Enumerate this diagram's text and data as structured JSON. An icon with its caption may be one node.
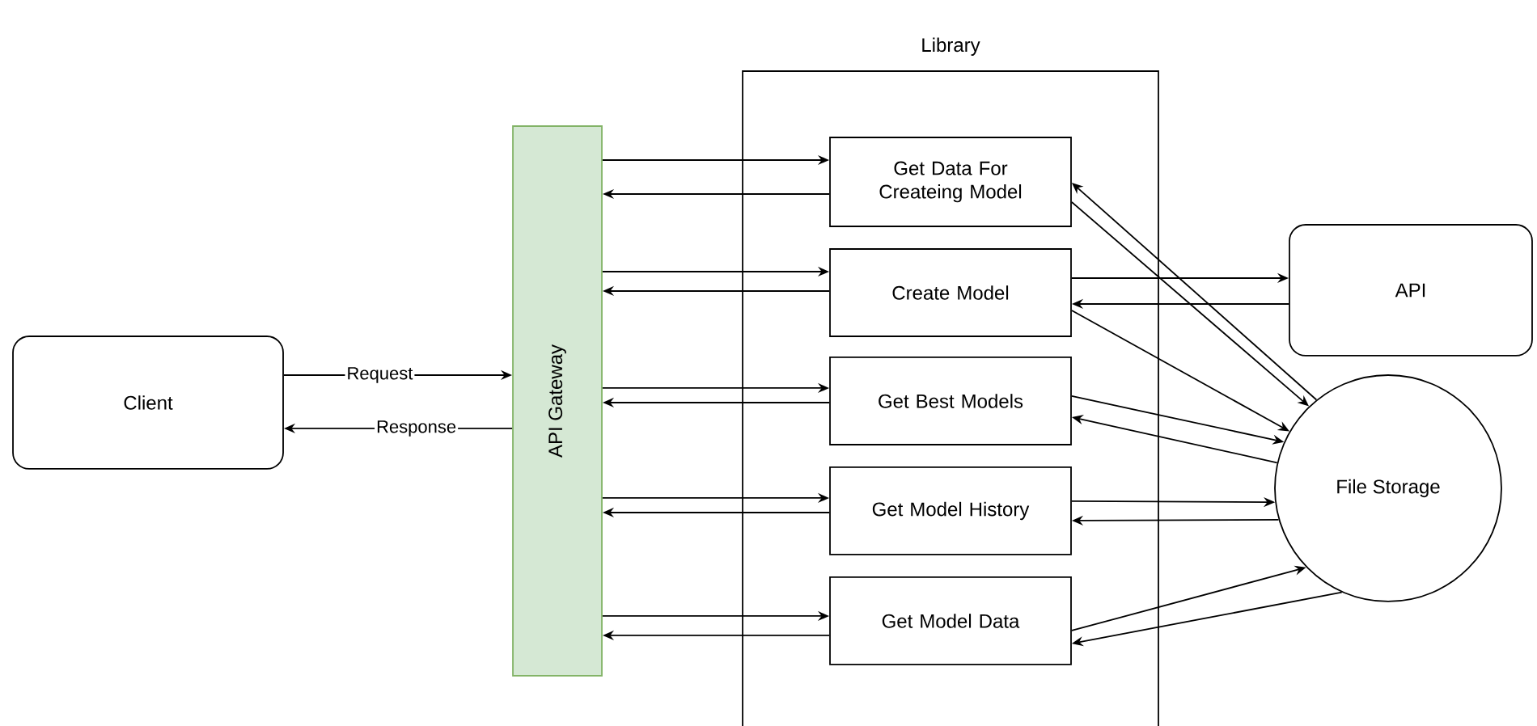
{
  "diagram": {
    "nodes": [
      {
        "text": [
          "Client"
        ]
      },
      {
        "text": [
          "API Gateway"
        ]
      },
      {
        "text": [
          "Library"
        ]
      },
      {
        "text": [
          "Get Data For Createing Model"
        ],
        "in": 2
      },
      {
        "text": [
          "Create Model"
        ],
        "in": 2
      },
      {
        "text": [
          "Get Best Models"
        ],
        "in": 2
      },
      {
        "text": [
          "Get Model History"
        ],
        "in": 2
      },
      {
        "text": [
          "Get Model Data"
        ],
        "in": 2
      },
      {
        "text": [
          "API"
        ]
      },
      {
        "text": [
          "File Storage"
        ]
      }
    ],
    "edges": [
      {
        "from": 0,
        "to": 1,
        "arrow": "to",
        "label": "Request"
      },
      {
        "from": 1,
        "to": 0,
        "arrow": "to",
        "label": "Response"
      },
      {
        "from": 1,
        "to": 3,
        "arrow": "to"
      },
      {
        "from": 3,
        "to": 1,
        "arrow": "to"
      },
      {
        "from": 1,
        "to": 4,
        "arrow": "to"
      },
      {
        "from": 4,
        "to": 1,
        "arrow": "to"
      },
      {
        "from": 1,
        "to": 5,
        "arrow": "to"
      },
      {
        "from": 5,
        "to": 1,
        "arrow": "to"
      },
      {
        "from": 1,
        "to": 6,
        "arrow": "to"
      },
      {
        "from": 6,
        "to": 1,
        "arrow": "to"
      },
      {
        "from": 1,
        "to": 7,
        "arrow": "to"
      },
      {
        "from": 7,
        "to": 1,
        "arrow": "to"
      },
      {
        "from": 4,
        "to": 8,
        "arrow": "to"
      },
      {
        "from": 8,
        "to": 4,
        "arrow": "to"
      },
      {
        "from": 9,
        "to": 3,
        "arrow": "to"
      },
      {
        "from": 3,
        "to": 9,
        "arrow": "to"
      },
      {
        "from": 4,
        "to": 9,
        "arrow": "to"
      },
      {
        "from": 5,
        "to": 9,
        "arrow": "to"
      },
      {
        "from": 9,
        "to": 5,
        "arrow": "to"
      },
      {
        "from": 6,
        "to": 9,
        "arrow": "to"
      },
      {
        "from": 9,
        "to": 6,
        "arrow": "to"
      },
      {
        "from": 7,
        "to": 9,
        "arrow": "to"
      },
      {
        "from": 9,
        "to": 7,
        "arrow": "to"
      }
    ]
  }
}
